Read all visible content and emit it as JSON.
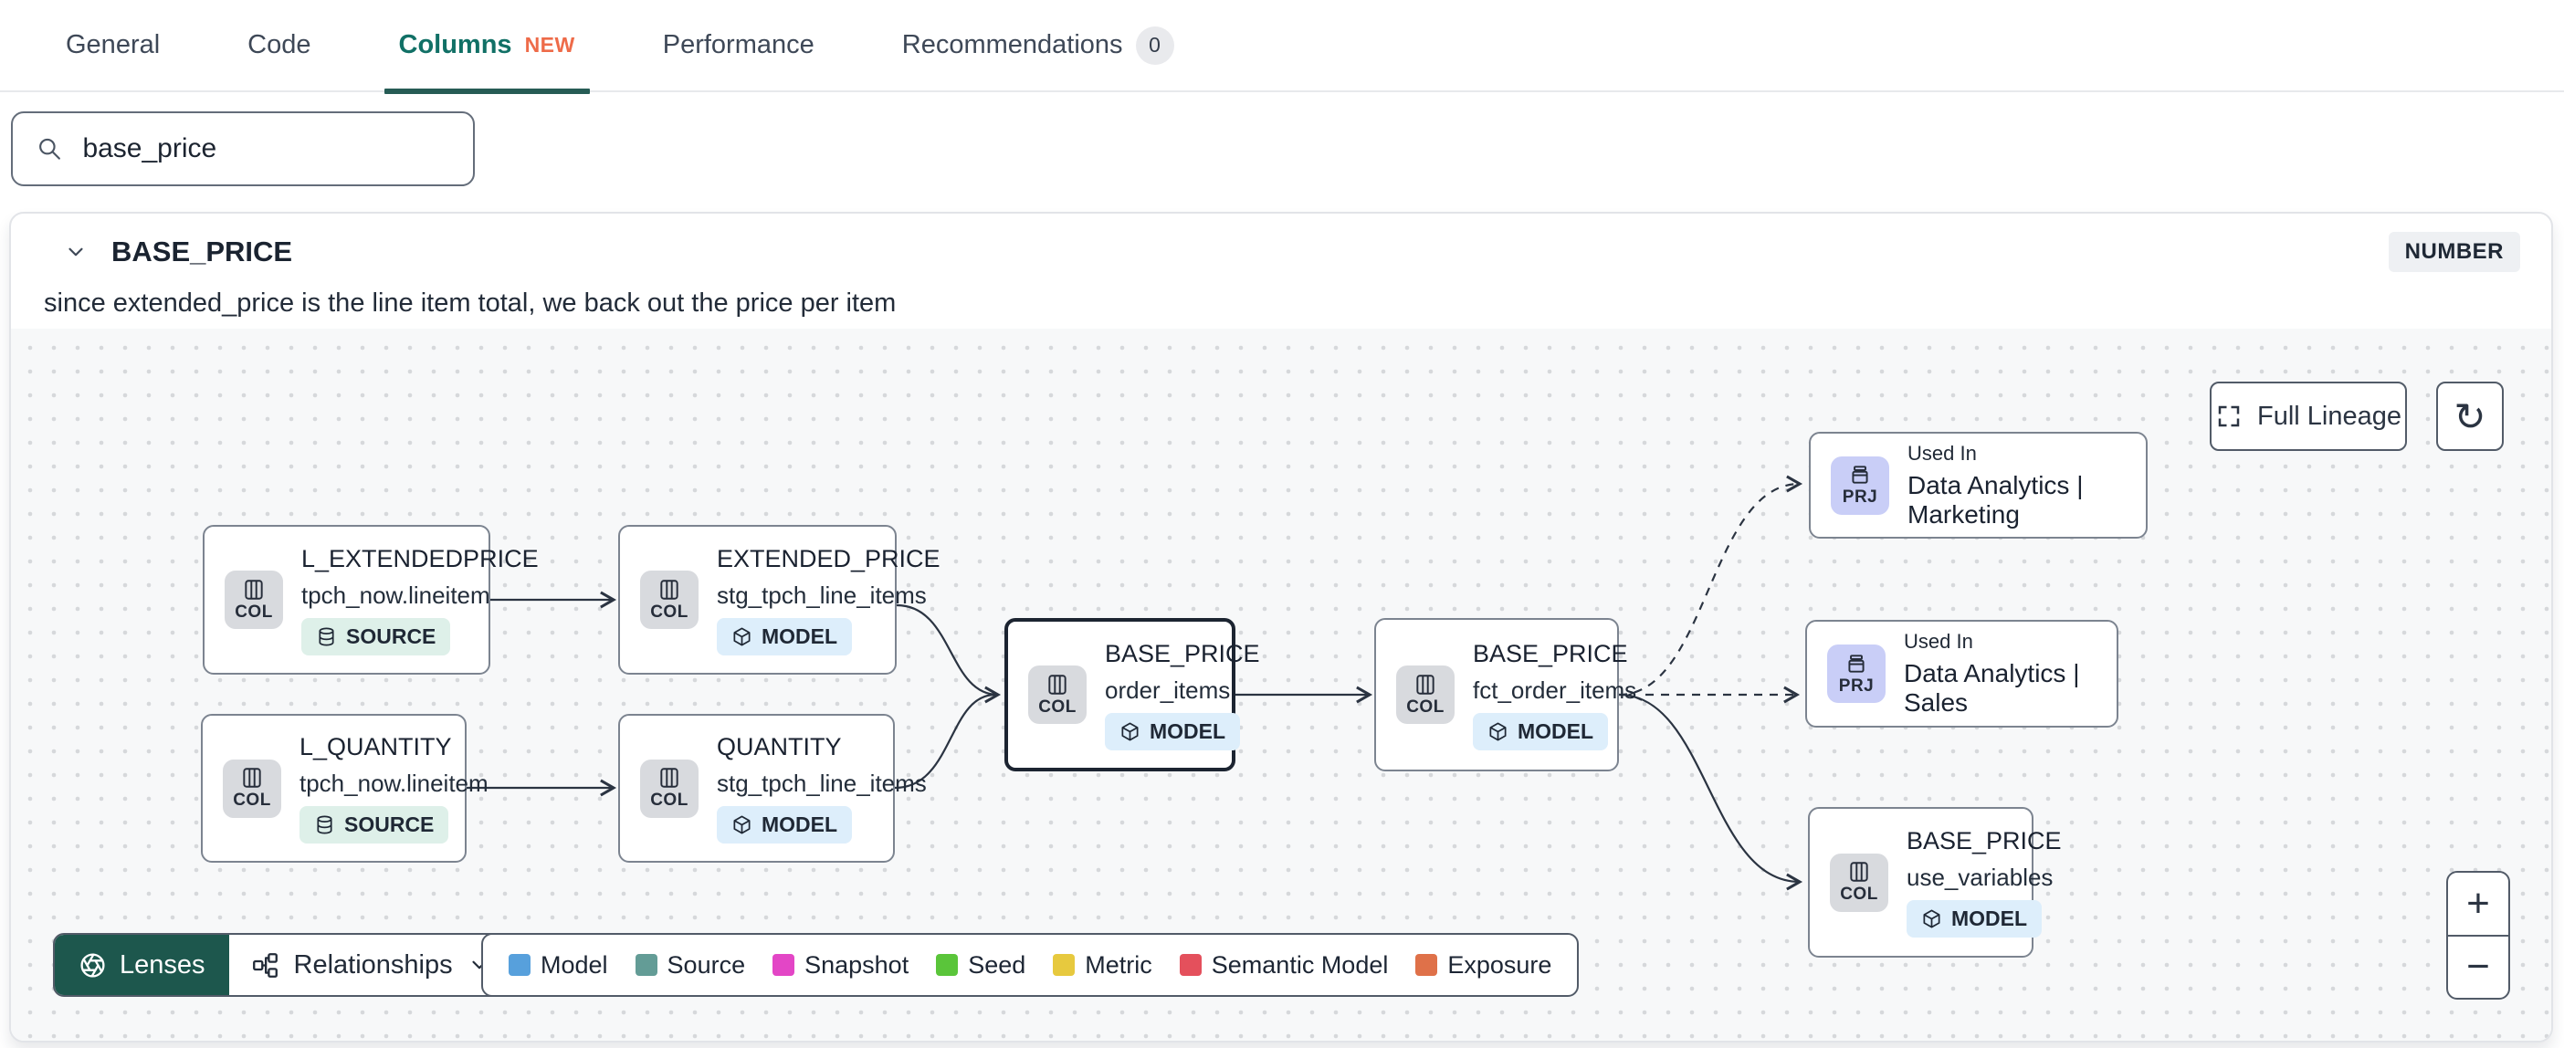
{
  "tabs": [
    {
      "label": "General"
    },
    {
      "label": "Code"
    },
    {
      "label": "Columns",
      "badge": "NEW"
    },
    {
      "label": "Performance"
    },
    {
      "label": "Recommendations",
      "count": "0"
    }
  ],
  "search": {
    "value": "base_price"
  },
  "column_panel": {
    "name": "BASE_PRICE",
    "type": "NUMBER",
    "description": "since extended_price is the line item total, we back out the price per item"
  },
  "lineage": {
    "toolbar": {
      "full_lineage": "Full Lineage"
    },
    "nodes": [
      {
        "kind": "COL",
        "title": "L_EXTENDEDPRICE",
        "subtitle": "tpch_now.lineitem",
        "badge": "SOURCE"
      },
      {
        "kind": "COL",
        "title": "EXTENDED_PRICE",
        "subtitle": "stg_tpch_line_items",
        "badge": "MODEL"
      },
      {
        "kind": "COL",
        "title": "L_QUANTITY",
        "subtitle": "tpch_now.lineitem",
        "badge": "SOURCE"
      },
      {
        "kind": "COL",
        "title": "QUANTITY",
        "subtitle": "stg_tpch_line_items",
        "badge": "MODEL"
      },
      {
        "kind": "COL",
        "title": "BASE_PRICE",
        "subtitle": "order_items",
        "badge": "MODEL",
        "selected": true
      },
      {
        "kind": "COL",
        "title": "BASE_PRICE",
        "subtitle": "fct_order_items",
        "badge": "MODEL"
      },
      {
        "kind": "PRJ",
        "title": "Used In",
        "subtitle": "Data Analytics | Marketing"
      },
      {
        "kind": "PRJ",
        "title": "Used In",
        "subtitle": "Data Analytics | Sales"
      },
      {
        "kind": "COL",
        "title": "BASE_PRICE",
        "subtitle": "use_variables",
        "badge": "MODEL"
      }
    ],
    "controls": {
      "lenses": "Lenses",
      "relationships": "Relationships"
    },
    "legend": [
      {
        "label": "Model",
        "color": "#57a0dc"
      },
      {
        "label": "Source",
        "color": "#639c96"
      },
      {
        "label": "Snapshot",
        "color": "#e346c6"
      },
      {
        "label": "Seed",
        "color": "#5ac53a"
      },
      {
        "label": "Metric",
        "color": "#e7c93e"
      },
      {
        "label": "Semantic Model",
        "color": "#e4505c"
      },
      {
        "label": "Exposure",
        "color": "#df7149"
      }
    ],
    "zoom_in": "+",
    "zoom_out": "−",
    "refresh_glyph": "↻"
  }
}
